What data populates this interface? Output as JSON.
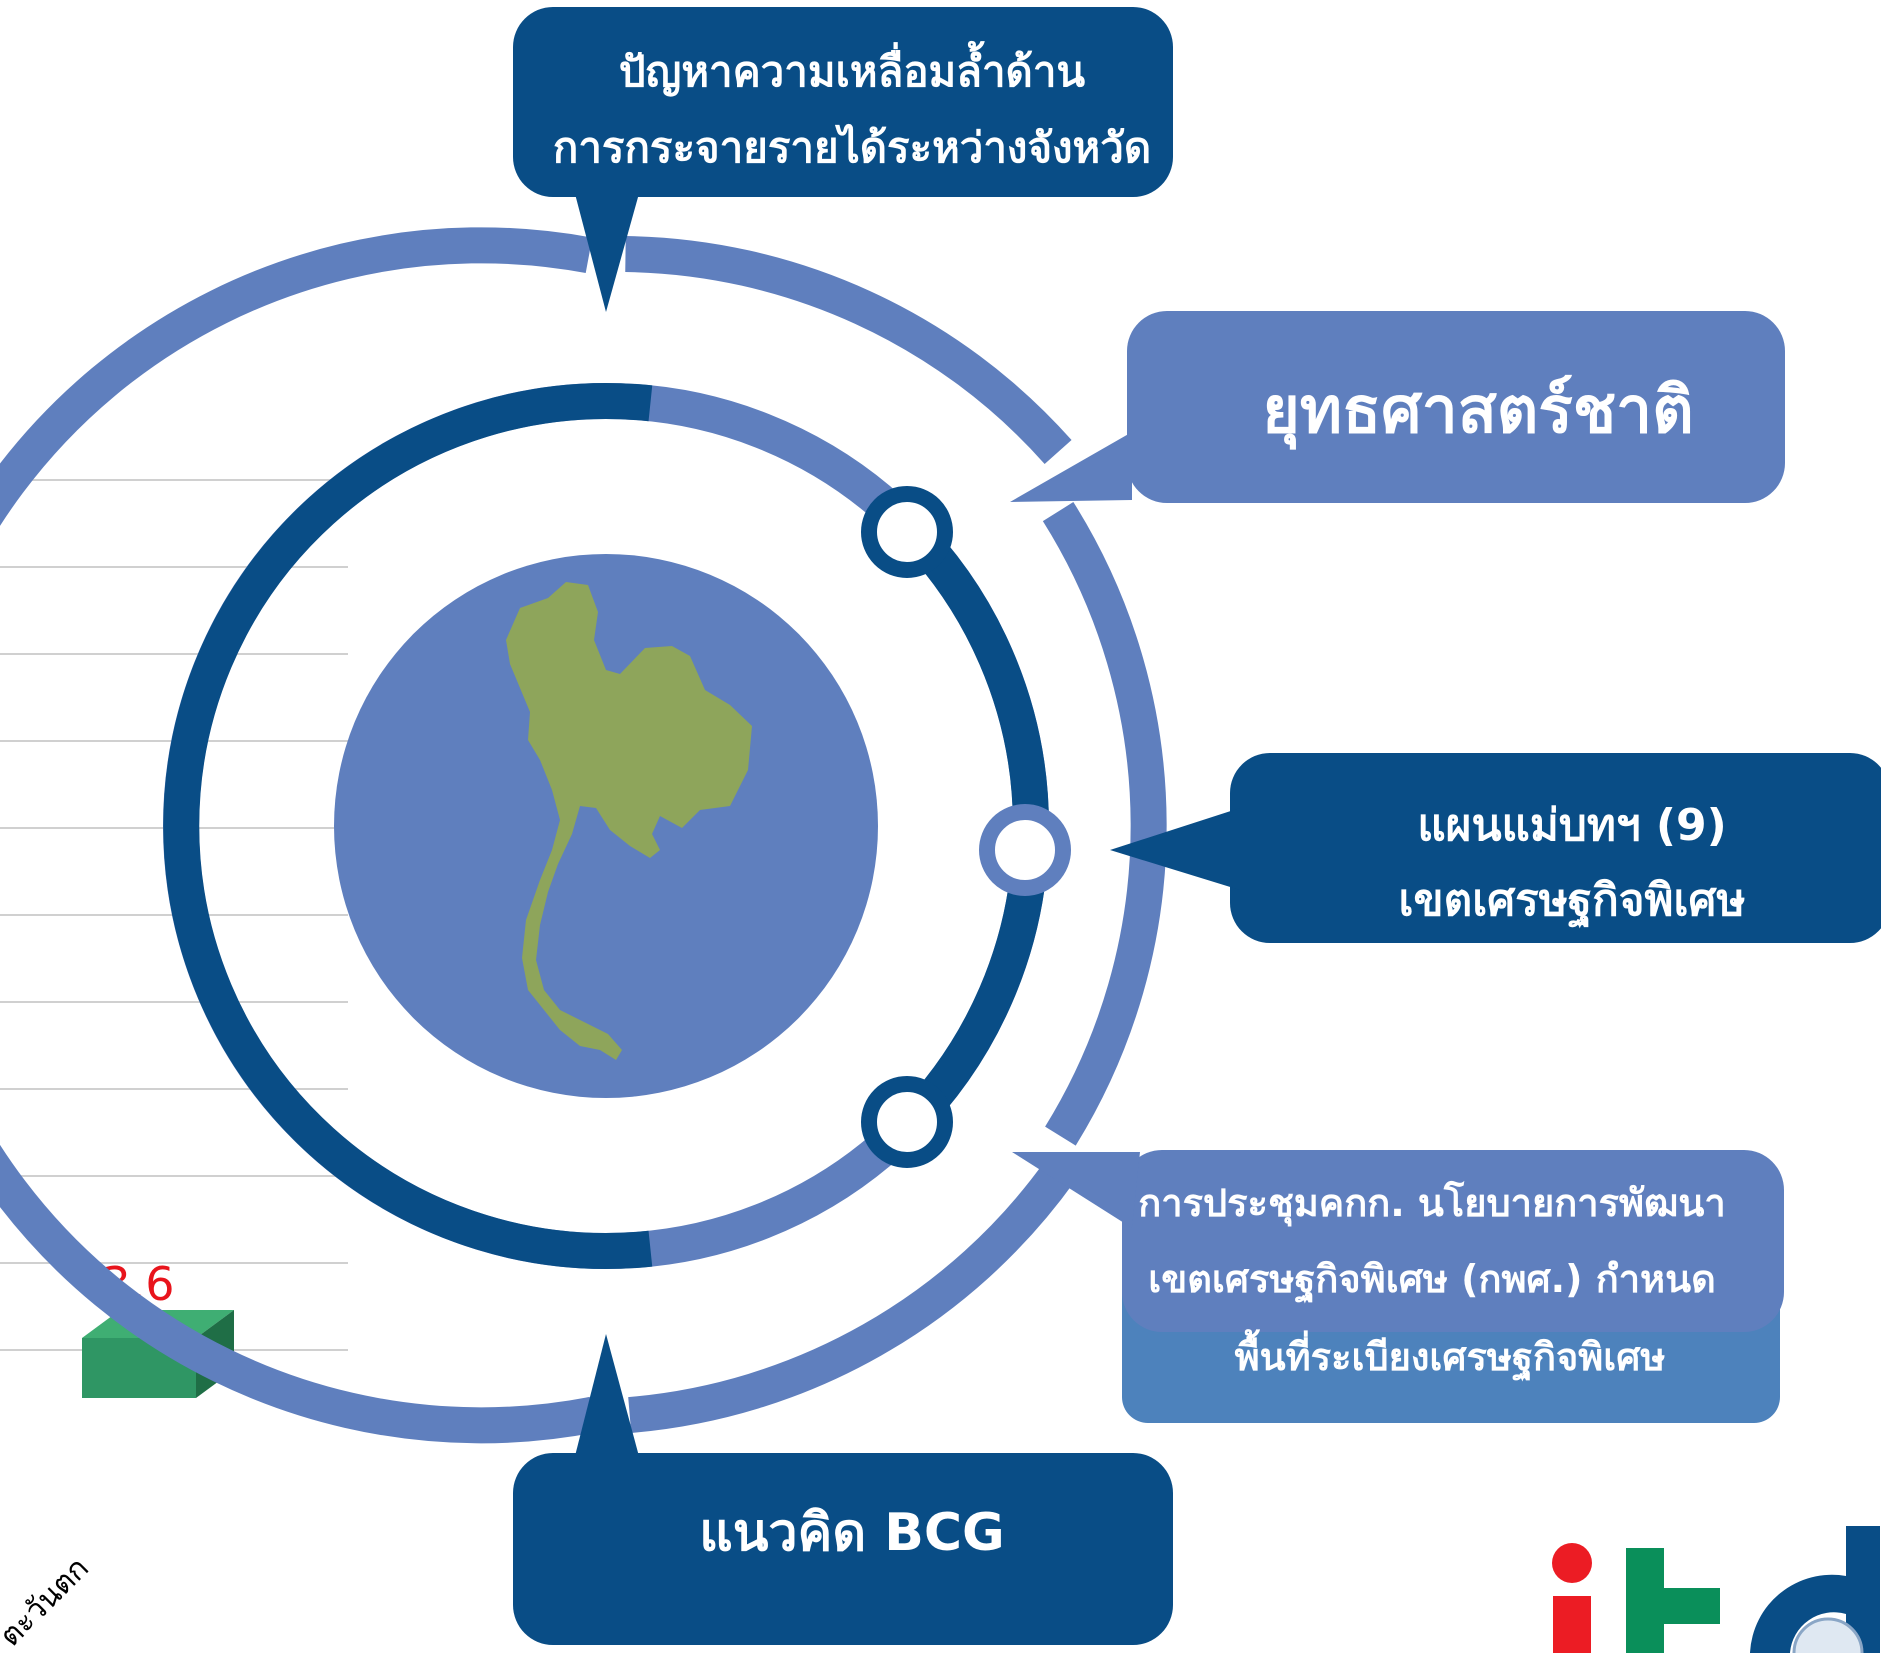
{
  "callouts": {
    "top": {
      "line1": "ปัญหาความเหลื่อมล้ำด้าน",
      "line2": "การกระจายรายได้ระหว่างจังหวัด"
    },
    "strategy": {
      "label": "ยุทธศาสตร์ชาติ"
    },
    "masterplan": {
      "line1": "แผนแม่บทฯ (9)",
      "line2": "เขตเศรษฐกิจพิเศษ"
    },
    "meeting": {
      "line1": "การประชุมคกก. นโยบายการพัฒนา",
      "line2": "เขตเศรษฐกิจพิเศษ (กพศ.) กำหนด",
      "line3": "พื้นที่ระเบียงเศรษฐกิจพิเศษ"
    },
    "bcg": {
      "label": "แนวคิด BCG"
    }
  },
  "background_chart": {
    "value_label": "3.6",
    "axis_category_label": "ตะวันตก"
  },
  "logo": {
    "text": "itd"
  },
  "colors": {
    "dark_blue": "#094d86",
    "mid_blue": "#5f7fbe",
    "map_green": "#8ea55b",
    "bar_green": "#2f9664",
    "value_red": "#e8141c",
    "logo_red": "#ec1c24",
    "logo_green": "#0a8f5a"
  }
}
